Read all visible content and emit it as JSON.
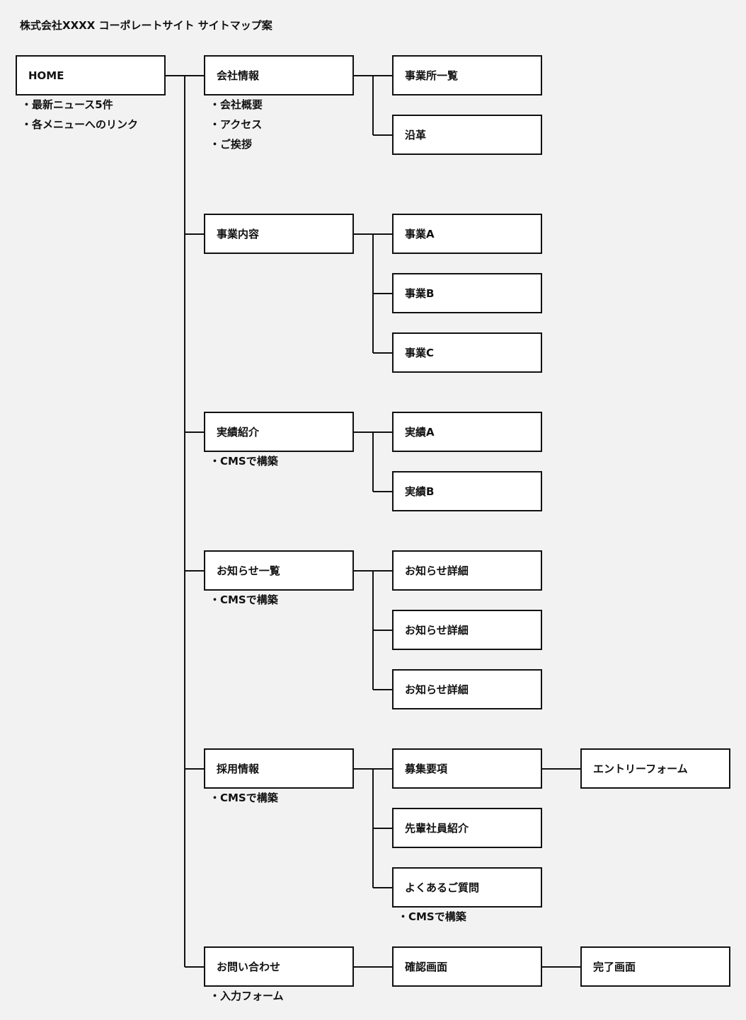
{
  "title": "株式会社XXXX コーポレートサイト サイトマップ案",
  "home": {
    "label": "HOME",
    "notes": [
      "・最新ニュース5件",
      "・各メニューへのリンク"
    ]
  },
  "sections": [
    {
      "label": "会社情報",
      "notes": [
        "・会社概要",
        "・アクセス",
        "・ご挨拶"
      ],
      "children": [
        {
          "label": "事業所一覧"
        },
        {
          "label": "沿革"
        }
      ]
    },
    {
      "label": "事業内容",
      "notes": [],
      "children": [
        {
          "label": "事業A"
        },
        {
          "label": "事業B"
        },
        {
          "label": "事業C"
        }
      ]
    },
    {
      "label": "実績紹介",
      "notes": [
        "・CMSで構築"
      ],
      "children": [
        {
          "label": "実績A"
        },
        {
          "label": "実績B"
        }
      ]
    },
    {
      "label": "お知らせ一覧",
      "notes": [
        "・CMSで構築"
      ],
      "children": [
        {
          "label": "お知らせ詳細"
        },
        {
          "label": "お知らせ詳細"
        },
        {
          "label": "お知らせ詳細"
        }
      ]
    },
    {
      "label": "採用情報",
      "notes": [
        "・CMSで構築"
      ],
      "children": [
        {
          "label": "募集要項",
          "next": "エントリーフォーム"
        },
        {
          "label": "先輩社員紹介"
        },
        {
          "label": "よくあるご質問",
          "notes": [
            "・CMSで構築"
          ]
        }
      ]
    },
    {
      "label": "お問い合わせ",
      "notes": [
        "・入力フォーム"
      ],
      "children": [
        {
          "label": "確認画面",
          "next": "完了画面"
        }
      ]
    }
  ]
}
